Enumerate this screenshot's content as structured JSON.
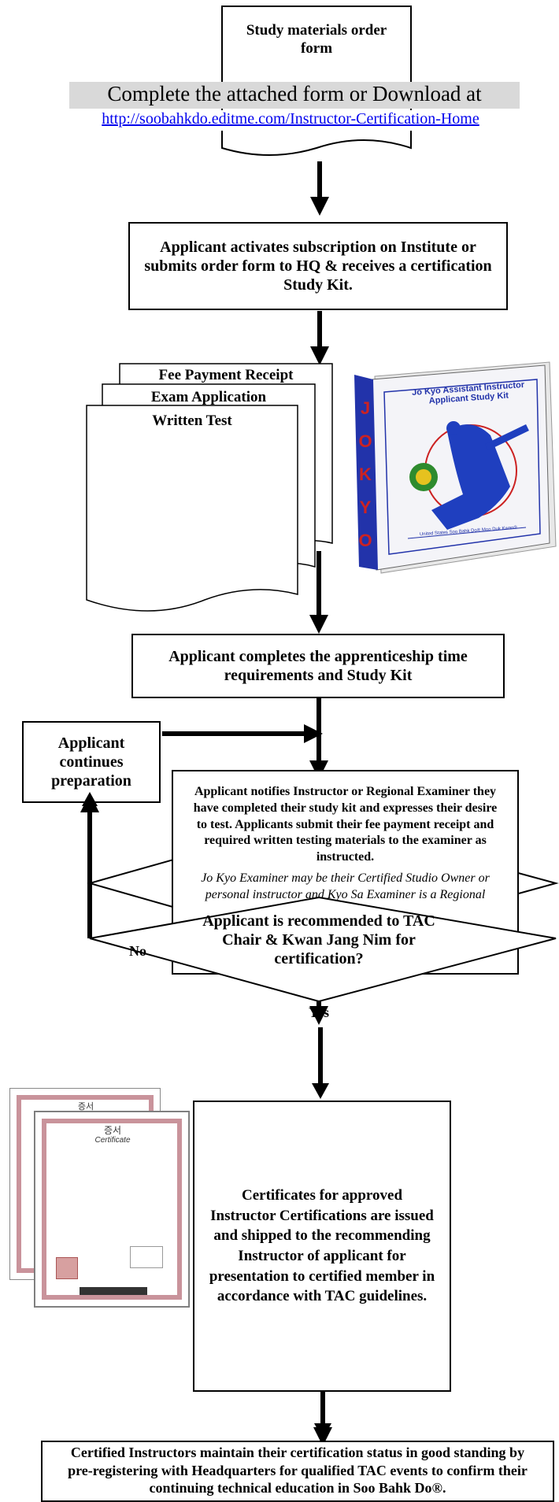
{
  "order_form": {
    "title": "Study materials order form",
    "instruction": "Complete the attached form or Download at",
    "url": "http://soobahkdo.editme.com/Instructor-Certification-Home"
  },
  "step_activate": "Applicant activates subscription on Institute or submits order form to HQ & receives a certification Study Kit.",
  "documents": {
    "fee": "Fee Payment Receipt",
    "exam": "Exam Application",
    "test": "Written Test"
  },
  "study_kit": {
    "title": "Jo Kyo Assistant Instructor Applicant Study Kit",
    "spine_letters": [
      "J",
      "O",
      "K",
      "Y",
      "O"
    ],
    "footer": "United States Soo Bahk Do® Moo Duk Kwan®"
  },
  "step_apprentice": "Applicant completes the apprenticeship time requirements and Study Kit",
  "continues": "Applicant continues preparation",
  "step_notify": {
    "main": "Applicant notifies Instructor or Regional Examiner they have completed their study kit and expresses their desire to test. Applicants submit their fee payment receipt and required written testing materials to the examiner as instructed.",
    "note": "Jo Kyo Examiner may be their Certified Studio Owner or personal instructor and Kyo Sa Examiner is a Regional Examiner."
  },
  "decision": {
    "question": "Applicant is recommended to TAC Chair & Kwan Jang Nim for certification?",
    "no": "No",
    "yes": "Yes"
  },
  "certificate_image": {
    "header": "증서",
    "subheader": "Certificate"
  },
  "step_certificates": "Certificates for approved Instructor Certifications are issued and shipped to the recommending Instructor of applicant for presentation to certified member in accordance with TAC guidelines.",
  "step_maintain": "Certified Instructors maintain their certification status in good standing by pre-registering with Headquarters for qualified TAC events to confirm their continuing technical education in Soo Bahk Do®.",
  "colors": {
    "link": "#0000ee",
    "url_band": "#d9d9d9",
    "book_blue": "#2233aa",
    "book_red": "#cc2222",
    "cert_border": "#c9939b"
  }
}
